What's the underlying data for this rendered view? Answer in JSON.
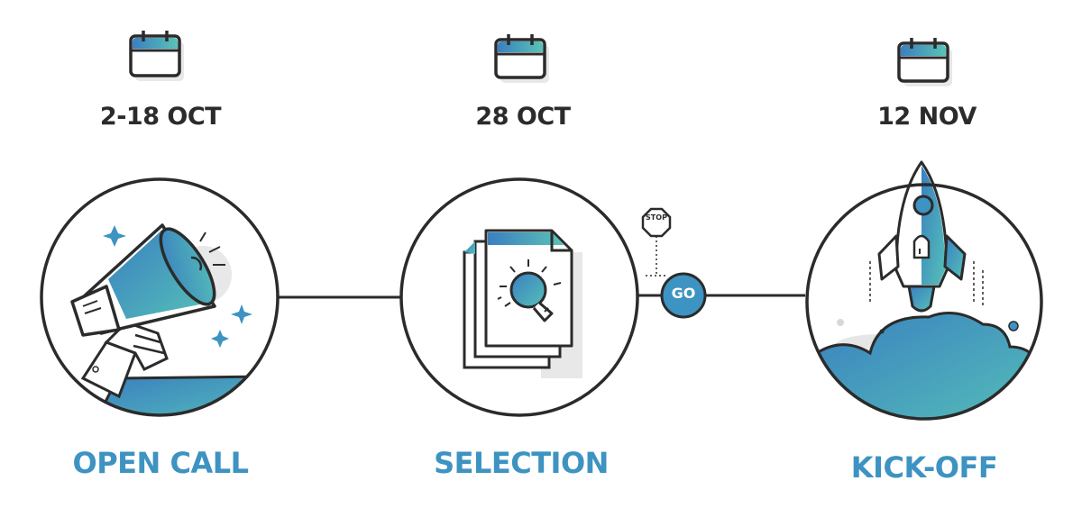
{
  "timeline": {
    "stages": [
      {
        "date": "2-18 OCT",
        "label": "OPEN CALL",
        "icon": "megaphone-icon"
      },
      {
        "date": "28 OCT",
        "label": "SELECTION",
        "icon": "lightbulb-document-icon"
      },
      {
        "date": "12 NOV",
        "label": "KICK-OFF",
        "icon": "rocket-icon"
      }
    ],
    "decision": {
      "stop": "STOP",
      "go": "GO"
    }
  },
  "colors": {
    "accent": "#3d93c1",
    "accent_gradient_start": "#3a7fc0",
    "accent_gradient_end": "#55c0b8",
    "line": "#2b2b2b",
    "shadow": "#e6e6e6"
  }
}
